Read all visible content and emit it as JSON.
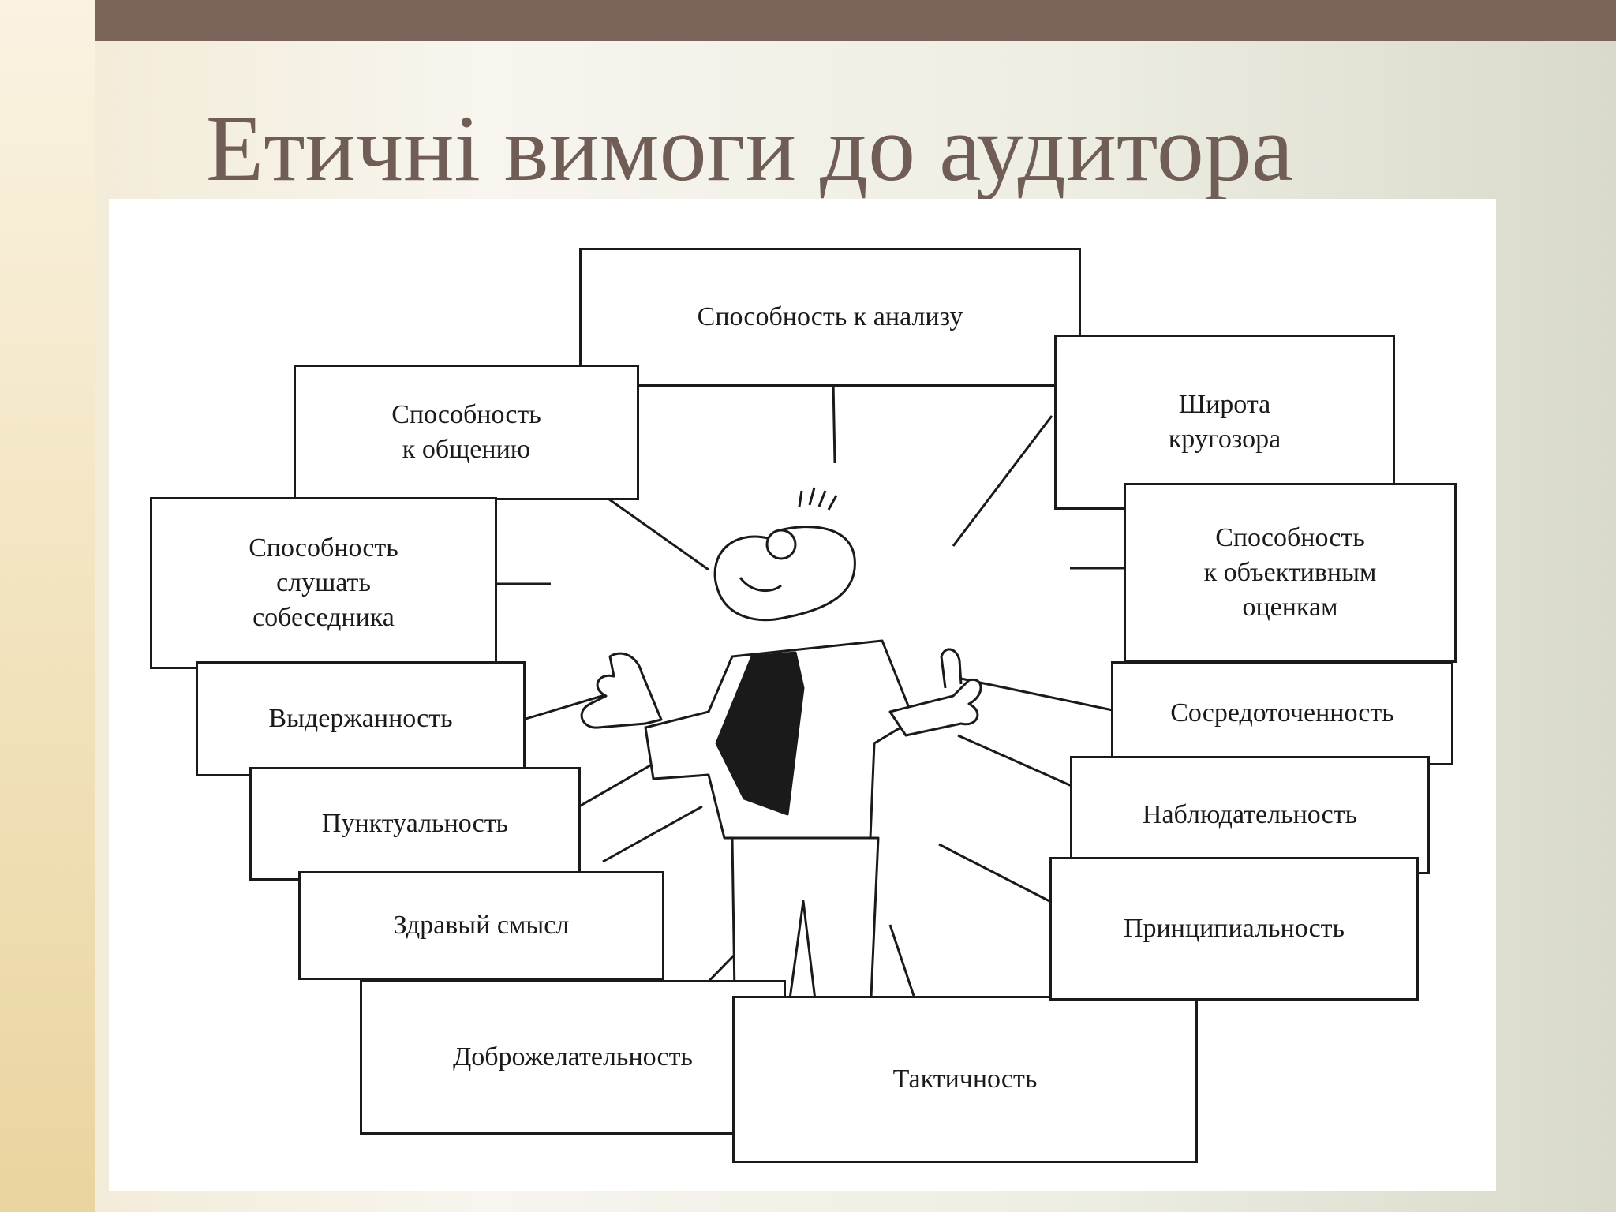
{
  "slide": {
    "title": "Етичні вимоги до аудитора",
    "colors": {
      "top_bar": "#7a6459",
      "title": "#6f5d56"
    }
  },
  "diagram": {
    "center_figure_icon": "auditor-cartoon-figure",
    "boxes": [
      {
        "id": "analysis",
        "label": "Способность к анализу"
      },
      {
        "id": "communication",
        "label": "Способность\nк общению"
      },
      {
        "id": "listening",
        "label": "Способность\nслушать\nсобеседника"
      },
      {
        "id": "restraint",
        "label": "Выдержанность"
      },
      {
        "id": "punctuality",
        "label": "Пунктуальность"
      },
      {
        "id": "common-sense",
        "label": "Здравый смысл"
      },
      {
        "id": "benevolence",
        "label": "Доброжелательность"
      },
      {
        "id": "tact",
        "label": "Тактичность"
      },
      {
        "id": "outlook",
        "label": "Широта\nкругозора"
      },
      {
        "id": "objectivity",
        "label": "Способность\nк объективным\nоценкам"
      },
      {
        "id": "focus",
        "label": "Сосредоточенность"
      },
      {
        "id": "observation",
        "label": "Наблюдательность"
      },
      {
        "id": "principle",
        "label": "Принципиальность"
      }
    ]
  }
}
